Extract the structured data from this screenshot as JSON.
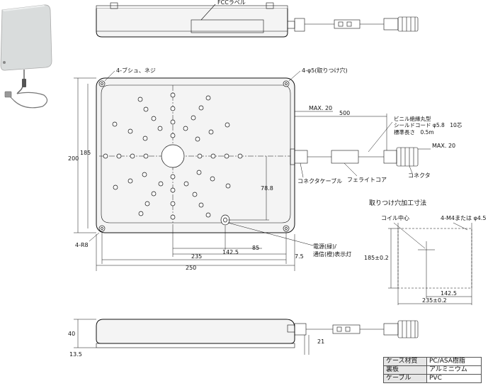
{
  "labels": {
    "fcc_label": "FCCラベル",
    "bushing_screw": "4-ブシュ、ネジ",
    "mount_hole": "4-φ5(取りつけ穴)",
    "max20_top": "MAX. 20",
    "cable_len": "500",
    "cable_spec_1": "ビニル絶縁丸型",
    "cable_spec_2": "シールドコード φ5.8　10芯",
    "cable_spec_3": "標準長さ　0.5m",
    "max20_connector": "MAX. 20",
    "connector": "コネクタ",
    "connector_cable": "コネクタケーブル",
    "ferrite_core": "フェライトコア",
    "dim_185": "185",
    "dim_200": "200",
    "dim_78_8": "78.8",
    "corner_radius": "4-R8",
    "dim_85": "85",
    "dim_142_5": "142.5",
    "dim_235": "235",
    "dim_7_5": "7.5",
    "dim_250": "250",
    "indicator_1": "電源(緑)/",
    "indicator_2": "通信(橙)表示灯",
    "dim_40": "40",
    "dim_13_5": "13.5",
    "dim_21": "21"
  },
  "mounting": {
    "title": "取りつけ穴加工寸法",
    "coil_center": "コイル中心",
    "holes": "4-M4または φ4.5",
    "dim_185": "185±0.2",
    "dim_142_5": "142.5",
    "dim_235": "235±0.2"
  },
  "specs": [
    {
      "key": "ケース材質",
      "value": "PC/ASA樹脂"
    },
    {
      "key": "裏板",
      "value": "アルミニウム"
    },
    {
      "key": "ケーブル",
      "value": "PVC"
    }
  ]
}
